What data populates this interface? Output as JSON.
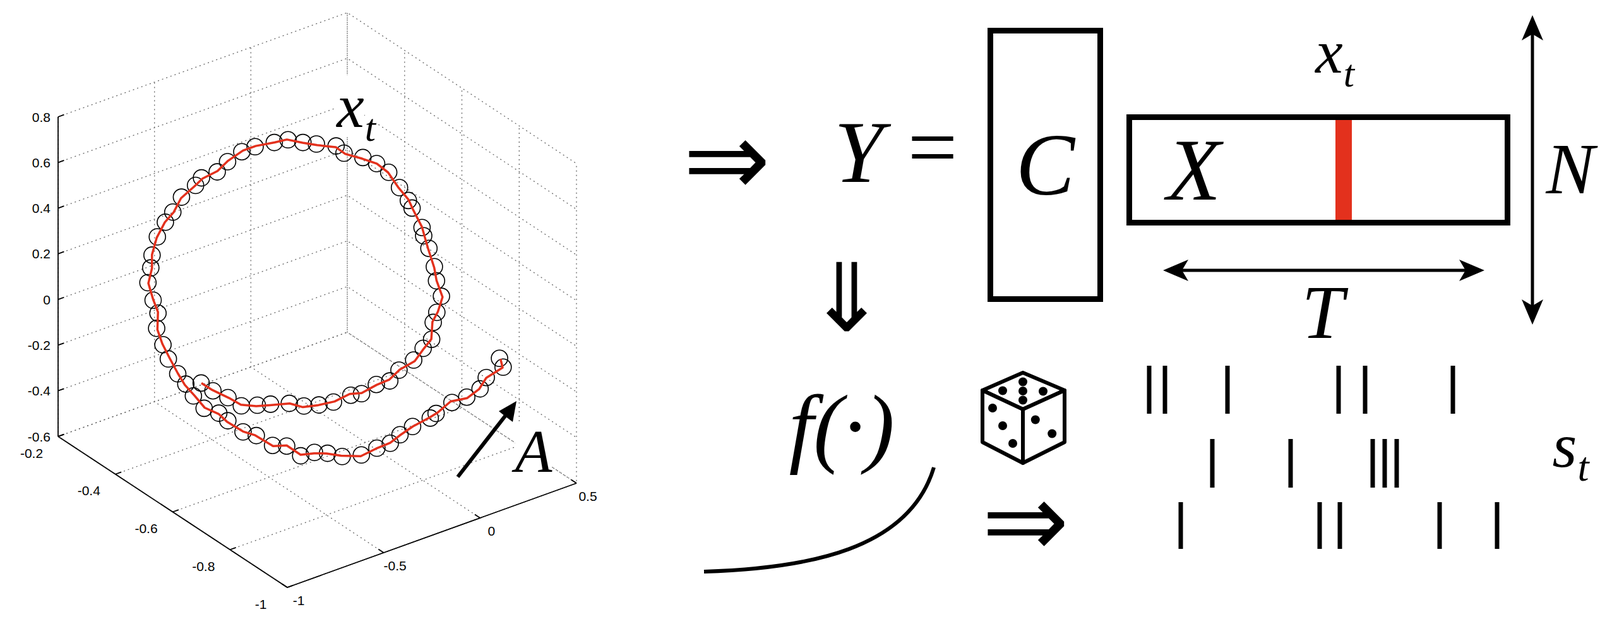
{
  "diagram": {
    "nodes": [
      {
        "text": [
          "C"
        ]
      },
      {
        "text": [
          "X"
        ]
      }
    ],
    "labels": [
      "0.8",
      "0.6",
      "0.4",
      "0.2",
      "0",
      "-0.2",
      "-0.4",
      "-0.6",
      "-0.2",
      "-0.4",
      "-0.6",
      "-0.8",
      "-1",
      "-1",
      "-0.5",
      "0",
      "0.5",
      "x",
      "t",
      "A",
      "⇒",
      "Y",
      "=",
      "x",
      "t",
      "N",
      "T",
      "⇓",
      "f(·)",
      "⇒",
      "s",
      "t"
    ]
  }
}
